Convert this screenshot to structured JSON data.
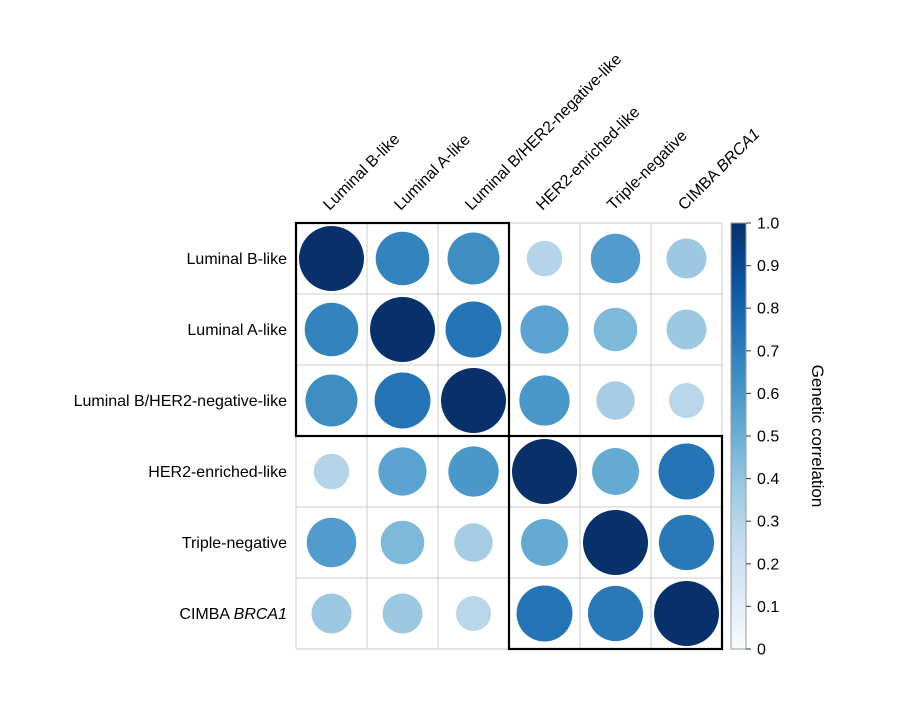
{
  "figure": {
    "background": "#ffffff"
  },
  "chart_data": {
    "type": "heatmap",
    "subtype": "correlation-bubble-matrix",
    "title": "",
    "categories": [
      "Luminal B-like",
      "Luminal A-like",
      "Luminal B/HER2-negative-like",
      "HER2-enriched-like",
      "Triple-negative",
      "CIMBA BRCA1"
    ],
    "categories_rich": [
      {
        "pre": "Luminal B-like",
        "em": ""
      },
      {
        "pre": "Luminal A-like",
        "em": ""
      },
      {
        "pre": "Luminal B/HER2-negative-like",
        "em": ""
      },
      {
        "pre": "HER2-enriched-like",
        "em": ""
      },
      {
        "pre": "Triple-negative",
        "em": ""
      },
      {
        "pre": "CIMBA ",
        "em": "BRCA1"
      }
    ],
    "matrix": [
      [
        1.0,
        0.68,
        0.64,
        0.3,
        0.58,
        0.38
      ],
      [
        0.68,
        1.0,
        0.74,
        0.55,
        0.45,
        0.38
      ],
      [
        0.64,
        0.74,
        1.0,
        0.6,
        0.35,
        0.29
      ],
      [
        0.3,
        0.55,
        0.6,
        1.0,
        0.52,
        0.74
      ],
      [
        0.58,
        0.45,
        0.35,
        0.52,
        1.0,
        0.72
      ],
      [
        0.38,
        0.38,
        0.29,
        0.74,
        0.72,
        1.0
      ]
    ],
    "value_encoding": "circle area and color encode genetic correlation",
    "colorbar": {
      "title": "Genetic correlation",
      "tick_labels": [
        "1.0",
        "0.9",
        "0.8",
        "0.7",
        "0.6",
        "0.5",
        "0.4",
        "0.3",
        "0.2",
        "0.1",
        "0"
      ],
      "tick_values": [
        1.0,
        0.9,
        0.8,
        0.7,
        0.6,
        0.5,
        0.4,
        0.3,
        0.2,
        0.1,
        0
      ],
      "range": [
        0,
        1
      ],
      "position": "right",
      "palette": [
        "#f7fbff",
        "#deebf7",
        "#c6dbef",
        "#9ecae1",
        "#6baed6",
        "#4292c6",
        "#2171b5",
        "#08519c",
        "#08306b"
      ]
    },
    "highlight_boxes": [
      {
        "rows": [
          0,
          2
        ],
        "cols": [
          0,
          2
        ]
      },
      {
        "rows": [
          3,
          5
        ],
        "cols": [
          3,
          5
        ]
      }
    ],
    "grid_on": true,
    "grid_color": "#cccccc",
    "box_color": "#000000",
    "legend_position": "none"
  }
}
